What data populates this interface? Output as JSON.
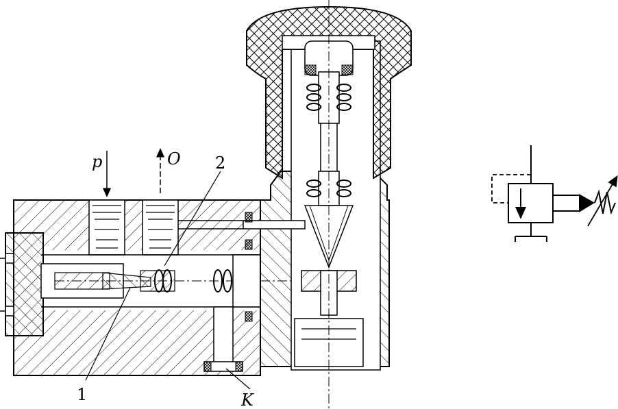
{
  "labels": {
    "p": "p",
    "o": "O",
    "part2": "2",
    "part1": "1",
    "k": "K"
  },
  "colors": {
    "stroke": "#000000",
    "background": "#ffffff"
  }
}
